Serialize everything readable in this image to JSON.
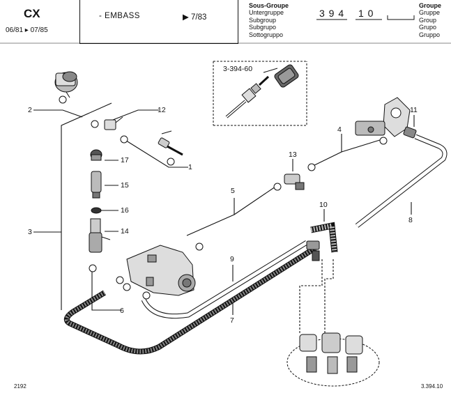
{
  "header": {
    "model": "CX",
    "dates": "06/81 ▸ 07/85",
    "title": "- EMBASS",
    "date": "▶  7/83",
    "subgroup_labels": [
      "Sous-Groupe",
      "Untergruppe",
      "Subgroup",
      "Subgrupo",
      "Sottogruppo"
    ],
    "code_digits": [
      "3 9 4",
      "1 0",
      ""
    ],
    "group_labels": [
      "Groupe",
      "Gruppe",
      "Group",
      "Grupo",
      "Gruppo"
    ]
  },
  "inset": {
    "ref": "3-394-60"
  },
  "callouts": [
    "1",
    "2",
    "3",
    "4",
    "5",
    "6",
    "7",
    "8",
    "9",
    "10",
    "11",
    "12",
    "13",
    "14",
    "15",
    "16",
    "17"
  ],
  "footer": {
    "left": "2192",
    "right": "3.394.10"
  }
}
